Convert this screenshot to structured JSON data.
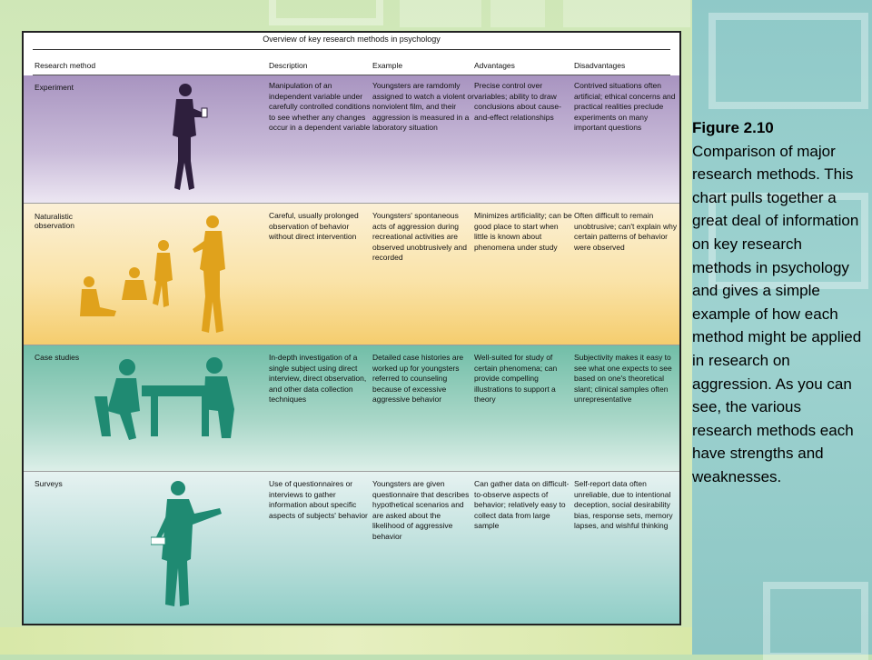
{
  "table": {
    "title": "Overview of key research methods in psychology",
    "headers": [
      "Research method",
      "Description",
      "Example",
      "Advantages",
      "Disadvantages"
    ],
    "rows": [
      {
        "method": "Experiment",
        "description": "Manipulation of an independent variable under carefully controlled conditions to see whether any changes occur in a dependent variable",
        "example": "Youngsters are ramdomly assigned to watch a violent or nonviolent film, and their aggression is measured in a laboratory situation",
        "advantages": "Precise control over variables; ability to draw conclusions about cause-and-effect relationships",
        "disadvantages": "Contrived situations often artificial; ethical concerns and practical realities preclude experiments on many important questions"
      },
      {
        "method": "Naturalistic observation",
        "description": "Careful, usually prolonged observation of behavior without direct intervention",
        "example": "Youngsters' spontaneous acts of aggression during recreational activities are observed unobtrusively and recorded",
        "advantages": "Minimizes artificiality; can be good place to start when little is known about phenomena under study",
        "disadvantages": "Often difficult to remain unobtrusive; can't explain why certain patterns of behavior were observed"
      },
      {
        "method": "Case studies",
        "description": "In-depth investigation of a single subject using direct interview, direct observation, and other data collection techniques",
        "example": "Detailed case histories are worked up for youngsters referred to counseling because of excessive aggressive behavior",
        "advantages": "Well-suited for study of certain phenomena; can provide compelling illustrations to support a theory",
        "disadvantages": "Subjectivity makes it easy to see what one expects to see based on one's theoretical slant; clinical samples often unrepresentative"
      },
      {
        "method": "Surveys",
        "description": "Use of questionnaires or interviews to gather information about specific aspects of subjects' behavior",
        "example": "Youngsters are given questionnaire that describes hypothetical scenarios and are asked about the likelihood of aggressive behavior",
        "advantages": "Can gather data on difficult-to-observe aspects of behavior; relatively easy to collect data from large sample",
        "disadvantages": "Self-report data often unreliable, due to intentional deception, social desirability bias, response sets, memory lapses, and wishful thinking"
      }
    ]
  },
  "caption": {
    "label": "Figure 2.10",
    "text": "Comparison of major research methods. This chart pulls together a great deal of information on key research methods in psychology and gives a simple example of how each method might be applied in research on aggression. As you can see, the various research methods each have strengths and weaknesses."
  },
  "colors": {
    "experiment": "#a894c0",
    "naturalistic": "#f5cd6e",
    "case": "#72bea8",
    "surveys": "#8ecdc6",
    "figure_purple": "#2e1f3d",
    "figure_gold": "#e0a21c",
    "figure_teal": "#1f8a72"
  }
}
